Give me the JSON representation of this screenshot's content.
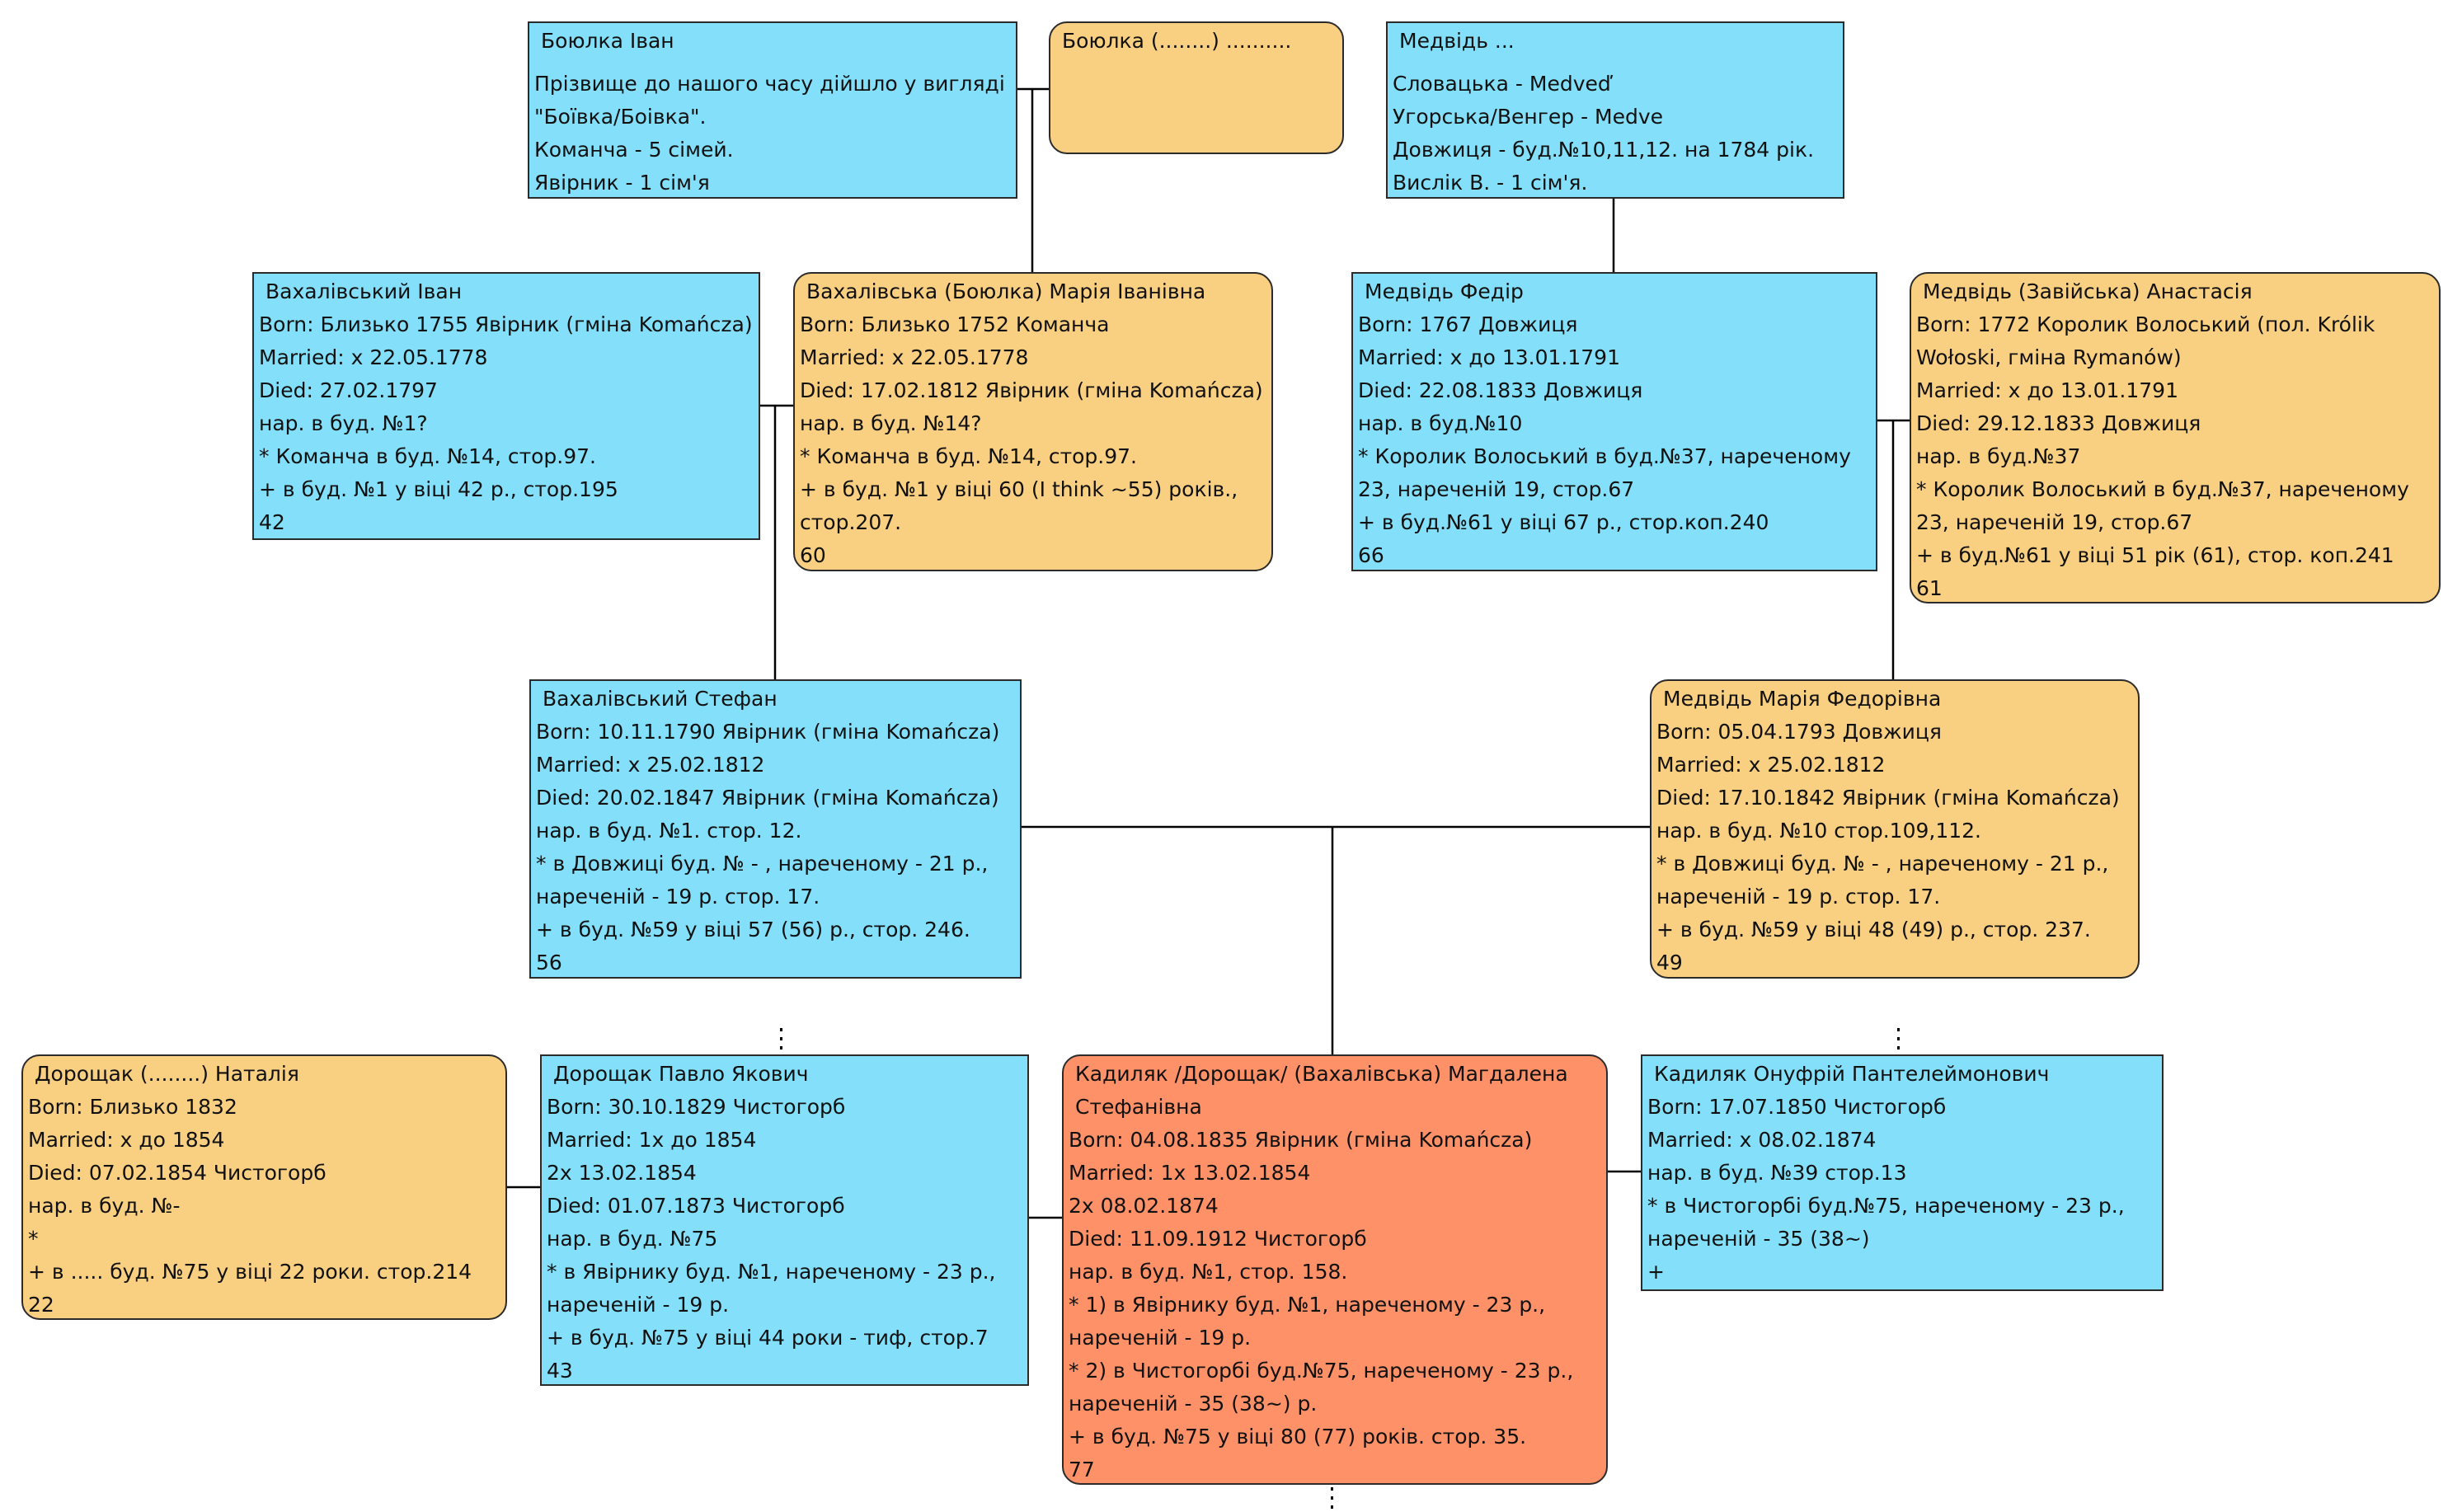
{
  "colors": {
    "male_fill": "#84e0fa",
    "female_fill": "#f9cf82",
    "focus_fill": "#fe9168",
    "border": "#2b2b2b",
    "connector": "#000000"
  },
  "persons": [
    {
      "id": "boiulka-ivan",
      "gender": "male",
      "title": "Боюлка Іван",
      "lines": [
        "Прізвище до нашого часу дійшло у вигляді \"Боївка/Боівка\".",
        "Команча - 5 сімей.",
        "Явірник - 1 сім'я"
      ]
    },
    {
      "id": "boiulka-wife",
      "gender": "female",
      "title": "Боюлка (........) ..........",
      "lines": []
    },
    {
      "id": "medvid",
      "gender": "male",
      "title": "Медвідь ...",
      "lines": [
        "Словацька - Medveď",
        "Угорська/Венгер - Medve",
        "Довжиця - буд.№10,11,12. на 1784 рік.",
        "Вислік В. - 1 сім'я."
      ]
    },
    {
      "id": "vakhalivskyi-ivan",
      "gender": "male",
      "title": "Вахалівський Іван",
      "lines": [
        "Born: Близько 1755 Явірник (гміна Komańcza)",
        "Married: x 22.05.1778",
        "Died: 27.02.1797",
        "нар. в буд. №1?",
        "* Команча в буд. №14, стор.97.",
        "+ в буд. №1 у віці 42 р., стор.195",
        "42"
      ]
    },
    {
      "id": "vakhalivska-mariia",
      "gender": "female",
      "title": "Вахалівська (Боюлка) Марія Іванівна",
      "lines": [
        "Born: Близько 1752 Команча",
        "Married: x 22.05.1778",
        "Died: 17.02.1812 Явірник (гміна Komańcza)",
        "нар. в буд. №14?",
        "* Команча в буд. №14, стор.97.",
        "+ в буд. №1 у віці 60 (I think ~55) років., стор.207.",
        "60"
      ]
    },
    {
      "id": "medvid-fedir",
      "gender": "male",
      "title": "Медвідь Федір",
      "lines": [
        "Born: 1767 Довжиця",
        "Married: x до 13.01.1791",
        "Died: 22.08.1833 Довжиця",
        "нар. в буд.№10",
        "* Королик Волоський в буд.№37, нареченому 23, нареченій 19, стор.67",
        "+ в буд.№61 у віці 67 р., стор.коп.240",
        "66"
      ]
    },
    {
      "id": "medvid-anastasiia",
      "gender": "female",
      "title": "Медвідь (Завійська) Анастасія",
      "lines": [
        "Born: 1772 Королик Волоський (пол. Królik Wołoski, гміна Rymanów)",
        "Married: x до 13.01.1791",
        "Died: 29.12.1833 Довжиця",
        "нар. в буд.№37",
        "* Королик Волоський в буд.№37, нареченому 23, нареченій 19, стор.67",
        "+ в буд.№61 у віці 51 рік (61), стор. коп.241",
        "61"
      ]
    },
    {
      "id": "vakhalivskyi-stefan",
      "gender": "male",
      "title": "Вахалівський Стефан",
      "lines": [
        "Born: 10.11.1790 Явірник (гміна Komańcza)",
        "Married: x 25.02.1812",
        "Died: 20.02.1847 Явірник (гміна Komańcza)",
        "нар. в буд. №1. стор. 12.",
        "* в Довжиці буд. № - , нареченому - 21 р., нареченій - 19 р. стор. 17.",
        "+ в буд. №59 у віці 57 (56) р., стор. 246.",
        "56"
      ]
    },
    {
      "id": "medvid-mariia",
      "gender": "female",
      "title": "Медвідь Марія Федорівна",
      "lines": [
        "Born: 05.04.1793 Довжиця",
        "Married: x 25.02.1812",
        "Died: 17.10.1842 Явірник (гміна Komańcza)",
        "нар. в буд. №10 стор.109,112.",
        "* в Довжиці буд. № - , нареченому - 21 р., нареченій - 19 р. стор. 17.",
        "+ в буд. №59 у віці 48 (49) р., стор. 237.",
        "49"
      ]
    },
    {
      "id": "doroshchak-natalia",
      "gender": "female",
      "title": "Дорощак (........) Наталія",
      "lines": [
        "Born: Близько 1832",
        "Married: x до 1854",
        "Died: 07.02.1854 Чистогорб",
        "нар. в буд. №-",
        "*",
        "+ в ..... буд. №75 у віці 22 роки. стор.214",
        "22"
      ]
    },
    {
      "id": "doroshchak-pavlo",
      "gender": "male",
      "title": "Дорощак Павло Якович",
      "lines": [
        "Born: 30.10.1829 Чистогорб",
        "Married: 1x до 1854",
        "2x 13.02.1854",
        "Died: 01.07.1873 Чистогорб",
        "нар. в буд. №75",
        "* в Явірнику буд. №1, нареченому - 23 р., нареченій - 19 р.",
        "+ в буд. №75 у віці 44 роки - тиф, стор.7",
        "43"
      ]
    },
    {
      "id": "kadyliak-mahdalena",
      "gender": "focus",
      "title": "Кадиляк /Дорощак/ (Вахалівська) Магдалена Стефанівна",
      "lines": [
        "Born: 04.08.1835 Явірник (гміна Komańcza)",
        "Married: 1x 13.02.1854",
        "2x 08.02.1874",
        "Died: 11.09.1912 Чистогорб",
        "нар. в буд. №1, стор. 158.",
        "* 1) в Явірнику буд. №1, нареченому - 23 р., нареченій - 19 р.",
        "* 2) в Чистогорбі буд.№75, нареченому - 23 р., нареченій - 35 (38~) р.",
        "+ в буд. №75 у віці 80 (77) років. стор. 35.",
        "77"
      ]
    },
    {
      "id": "kadyliak-onufrii",
      "gender": "male",
      "title": "Кадиляк Онуфрій Пантелеймонович",
      "lines": [
        "Born: 17.07.1850 Чистогорб",
        "Married: x 08.02.1874",
        "нар. в буд. №39 стор.13",
        "*  в Чистогорбі буд.№75, нареченому - 23 р., нареченій - 35 (38~)",
        "+"
      ]
    }
  ]
}
